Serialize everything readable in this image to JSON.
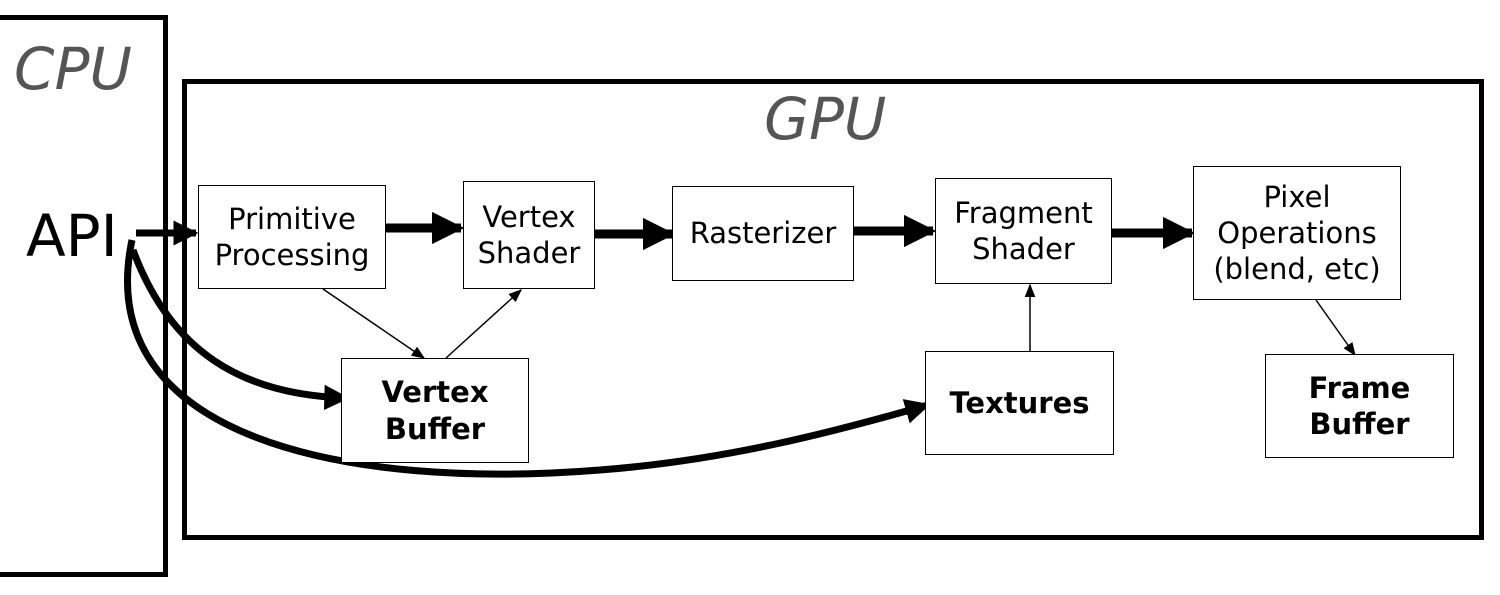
{
  "regions": {
    "cpu_label": "CPU",
    "gpu_label": "GPU"
  },
  "api_label": "API",
  "nodes": {
    "primitive_processing": {
      "line1": "Primitive",
      "line2": "Processing"
    },
    "vertex_shader": {
      "line1": "Vertex",
      "line2": "Shader"
    },
    "rasterizer": {
      "line1": "Rasterizer"
    },
    "fragment_shader": {
      "line1": "Fragment",
      "line2": "Shader"
    },
    "pixel_operations": {
      "line1": "Pixel",
      "line2": "Operations",
      "line3": "(blend, etc)"
    },
    "vertex_buffer": {
      "line1": "Vertex",
      "line2": "Buffer"
    },
    "textures": {
      "line1": "Textures"
    },
    "frame_buffer": {
      "line1": "Frame",
      "line2": "Buffer"
    }
  },
  "colors": {
    "stroke": "#000000",
    "region_label": "#555555",
    "background": "#ffffff"
  }
}
